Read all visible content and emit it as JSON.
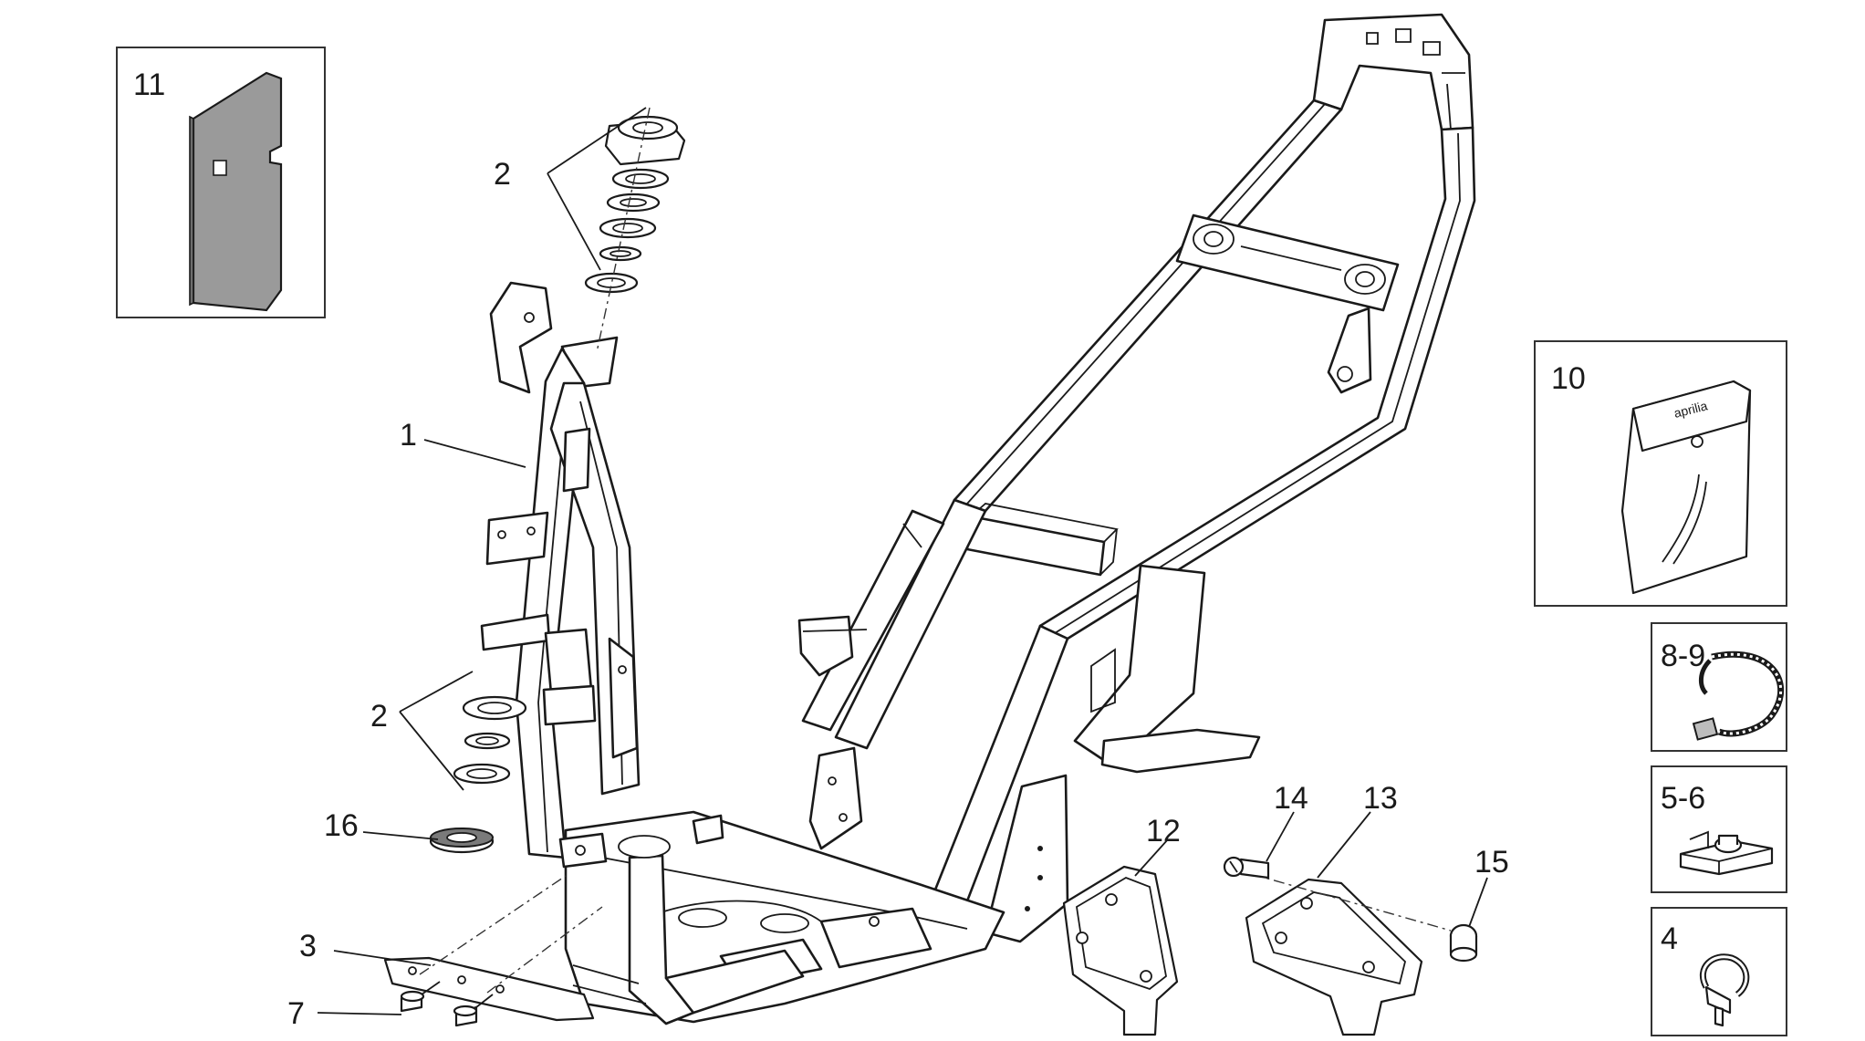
{
  "diagram": {
    "callouts": {
      "c1": "1",
      "c2a": "2",
      "c2b": "2",
      "c3": "3",
      "c7": "7",
      "c16": "16",
      "c12": "12",
      "c13": "13",
      "c14": "14",
      "c15": "15",
      "c10": "10",
      "c11": "11",
      "c89": "8-9",
      "c56": "5-6",
      "c4": "4"
    },
    "pouch_brand": "aprilia"
  }
}
